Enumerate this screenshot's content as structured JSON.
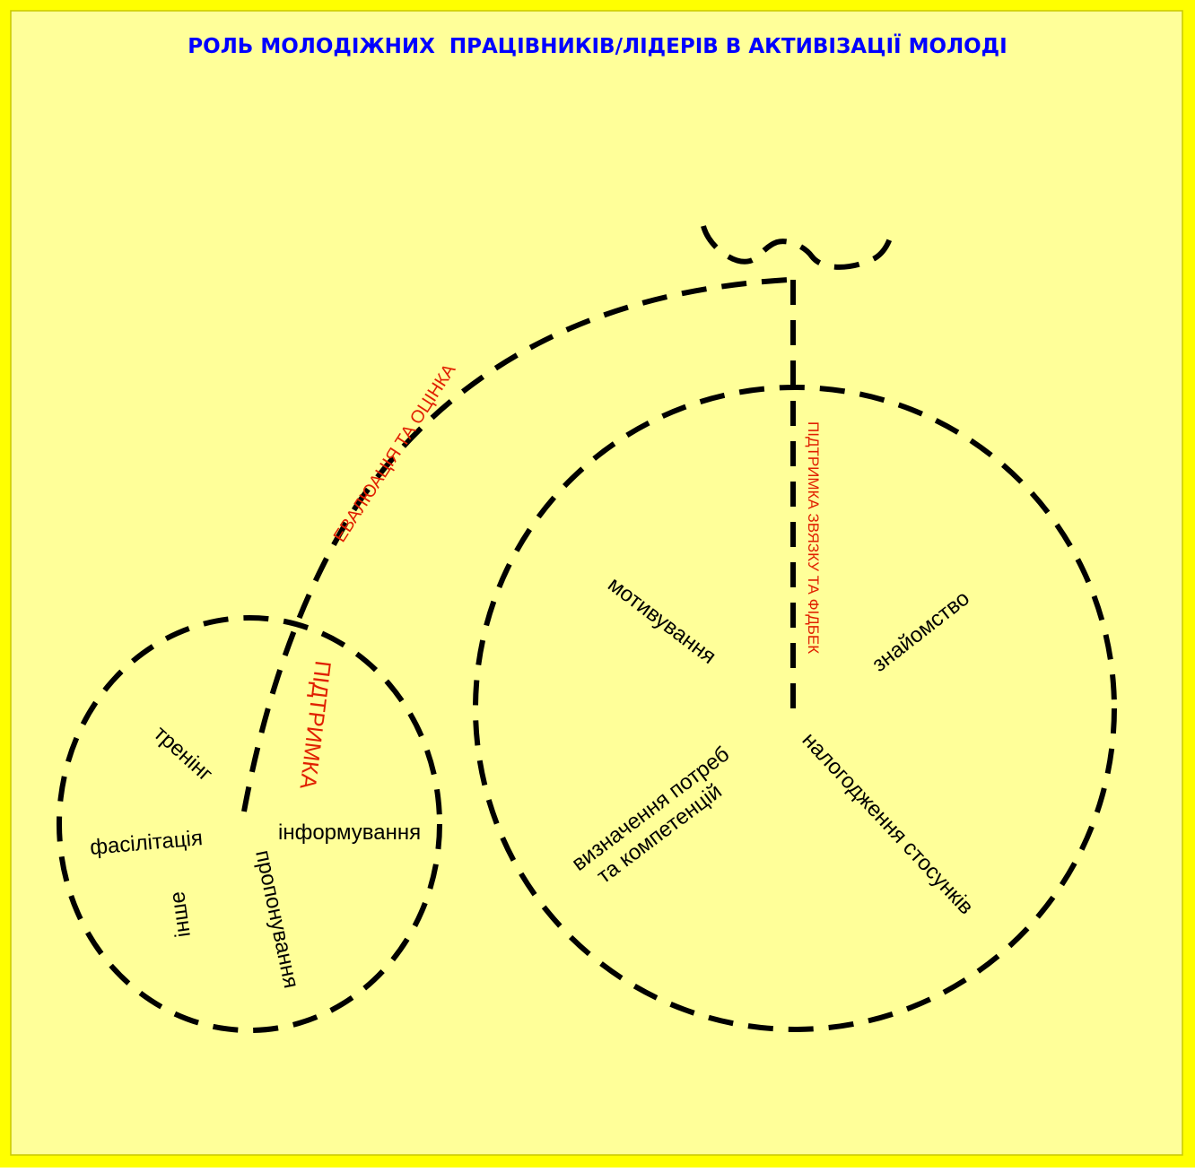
{
  "title": "РОЛЬ МОЛОДІЖНИХ  ПРАЦІВНИКІВ/ЛІДЕРІВ В АКТИВІЗАЦІЇ МОЛОДІ",
  "colors": {
    "border": "#ffff00",
    "panel": "#ffff99",
    "title": "#0000ff",
    "red_labels": "#e02000",
    "lines": "#000000"
  },
  "small_wheel": {
    "spoke_label": "ПІДТРИМКА",
    "items": [
      "тренінг",
      "фасілітація",
      "інформування",
      "пропонування",
      "інше"
    ]
  },
  "big_wheel": {
    "spoke_label": "ПІДТРИМКА ЗВЯЗКУ ТА ФІДБЕК",
    "items": [
      "мотивування",
      "знайомство",
      "визначення потреб",
      "та компетенцій",
      "налогодження стосунків"
    ]
  },
  "frame_label": "ЕВАЛЮАЦІЯ ТА ОЦІНКА"
}
